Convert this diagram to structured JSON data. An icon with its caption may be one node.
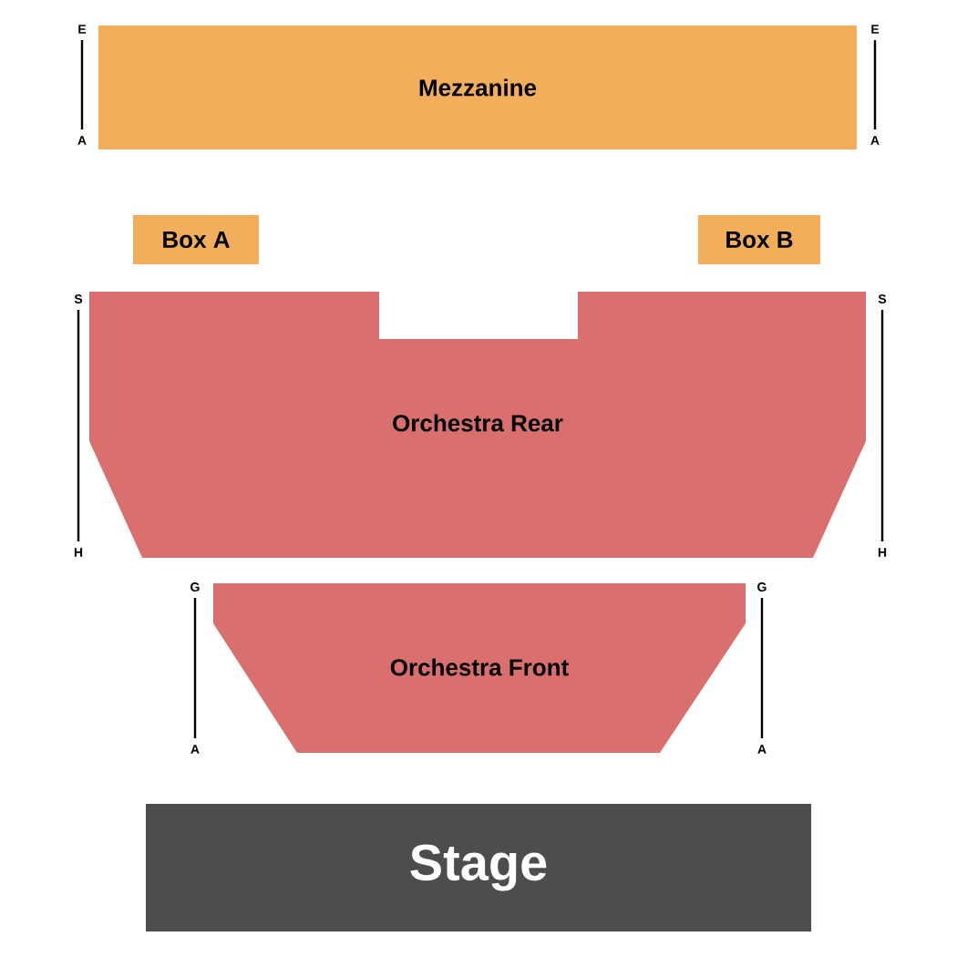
{
  "diagram": {
    "nodes": [
      {
        "text": [
          "Mezzanine"
        ]
      },
      {
        "text": [
          "Box A"
        ]
      },
      {
        "text": [
          "Box B"
        ]
      },
      {
        "text": [
          "Orchestra Rear"
        ]
      },
      {
        "text": [
          "Orchestra Front"
        ]
      },
      {
        "text": [
          "Stage"
        ]
      }
    ],
    "edges": [],
    "labels": [
      "E",
      "E",
      "A",
      "A",
      "S",
      "S",
      "H",
      "H",
      "G",
      "G",
      "A",
      "A"
    ]
  }
}
